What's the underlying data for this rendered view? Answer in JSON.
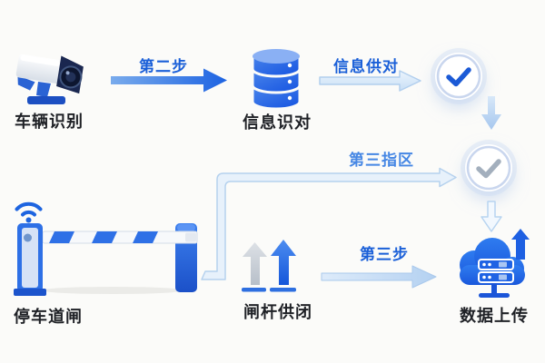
{
  "background": "#fbfbf9",
  "colors": {
    "primary_blue": "#1c60e0",
    "solid_arrow_gradient": [
      "#79abec",
      "#1d63e2"
    ],
    "step_label_blue": "#1a5fd8",
    "zone_label_blue": "#4687e4",
    "light_arrow_fill": "#dcebfa",
    "light_arrow_border": "#b5d1ee",
    "check_blue": "#1b5ad6",
    "check_gray": "#a3afbd",
    "text_dark": "#1f2126"
  },
  "nodes": {
    "vehicle_recognition": {
      "label": "车辆识别",
      "icon": "cctv-camera-icon"
    },
    "info_check": {
      "label": "信息识对",
      "icon": "database-icon"
    },
    "verify_1": {
      "icon": "check-circle-icon",
      "check_color": "#1b5ad6"
    },
    "verify_2": {
      "icon": "check-circle-icon",
      "check_color": "#a3afbd"
    },
    "parking_barrier": {
      "label": "停车道闸",
      "icon": "barrier-gate-icon"
    },
    "barrier_arm": {
      "label": "闸杆供闭",
      "icon": "barrier-up-arrows-icon"
    },
    "data_upload": {
      "label": "数据上传",
      "icon": "cloud-upload-icon"
    }
  },
  "edges": {
    "step2": {
      "label": "第二步",
      "style": "solid-blue-arrow"
    },
    "info_match": {
      "label": "信息供对",
      "style": "light-outline-arrow"
    },
    "zone3": {
      "label": "第三指区",
      "style": "light-elbow-connector"
    },
    "step3": {
      "label": "第三步",
      "style": "light-gradient-arrow"
    }
  }
}
